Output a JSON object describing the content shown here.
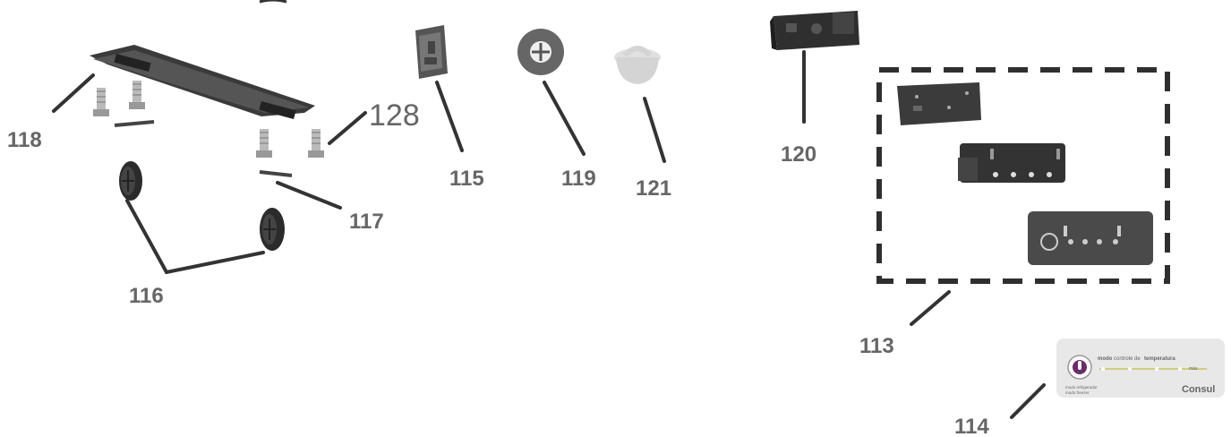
{
  "labels": {
    "p113": "113",
    "p114": "114",
    "p115": "115",
    "p116": "116",
    "p117": "117",
    "p118": "118",
    "p119": "119",
    "p120": "120",
    "p121": "121",
    "p128": "128"
  },
  "panel": {
    "modo": "modo",
    "controle": "controle de",
    "temperatura": "temperatura",
    "mode_refrigerator": "modo refrigerador",
    "mode_freezer": "modo freezer",
    "max": "máx",
    "brand": "Consul"
  },
  "colors": {
    "part_dark": "#2f2f2f",
    "part_mid": "#555555",
    "label_gray": "#666666",
    "panel_bg": "#e8e8e8",
    "accent_purple": "#6a2c6e",
    "accent_yellow": "#c8c84a"
  }
}
